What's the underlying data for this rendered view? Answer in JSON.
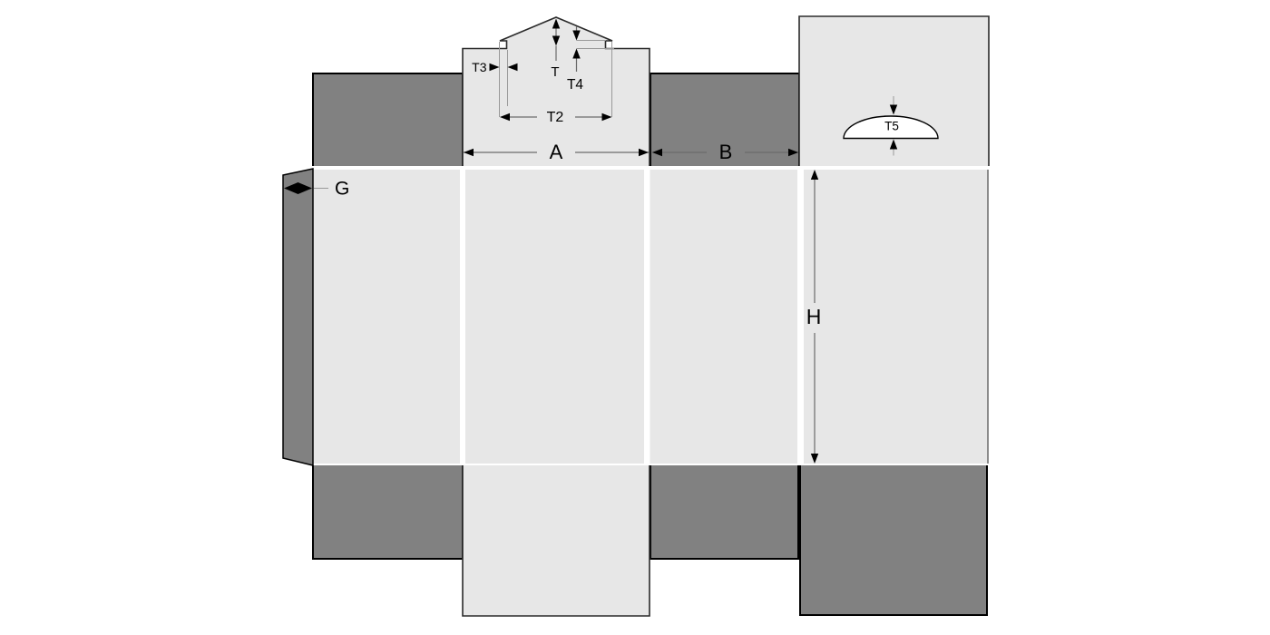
{
  "diagram": {
    "kind": "carton-dieline",
    "labels": {
      "a": "A",
      "b": "B",
      "h": "H",
      "g": "G",
      "t": "T",
      "t2": "T2",
      "t3": "T3",
      "t4": "T4",
      "t5": "T5"
    },
    "colors": {
      "background": "#ffffff",
      "panel_light": "#e7e7e7",
      "flap_dark": "#818181",
      "outline_dark": "#000000",
      "outline_panel": "#2b2b2b",
      "dimension_line": "#6b6b6b",
      "extension_line": "#999999",
      "arrow": "#000000",
      "cutout": "#ffffff"
    }
  }
}
